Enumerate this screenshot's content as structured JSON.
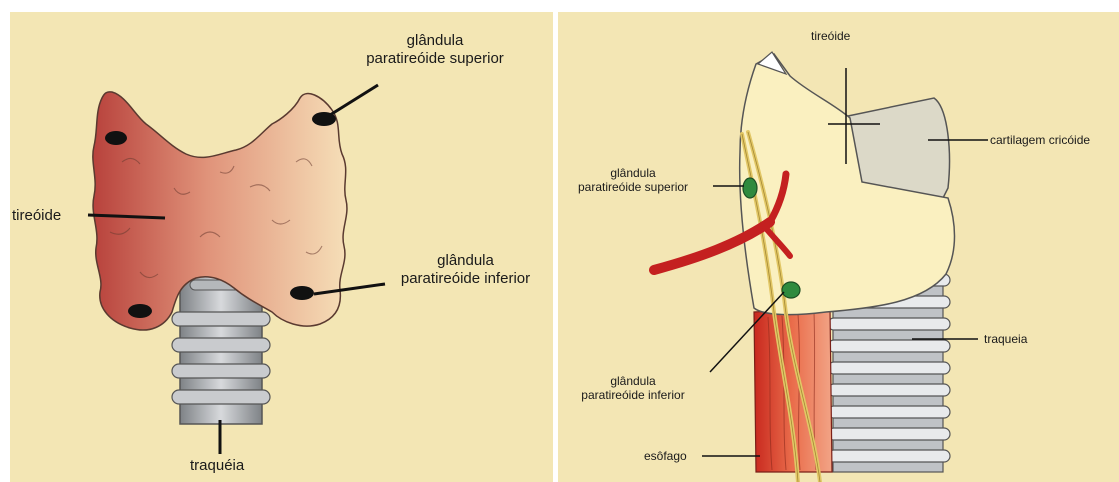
{
  "left_diagram": {
    "labels": {
      "thyroid": "tireóide",
      "superior_parathyroid_line1": "glândula",
      "superior_parathyroid_line2": "paratireóide superior",
      "inferior_parathyroid_line1": "glândula",
      "inferior_parathyroid_line2": "paratireóide inferior",
      "trachea": "traquéia"
    }
  },
  "right_diagram": {
    "labels": {
      "thyroid": "tireóide",
      "cricoid_cartilage": "cartilagem cricóide",
      "superior_parathyroid_line1": "glândula",
      "superior_parathyroid_line2": "paratireóide superior",
      "inferior_parathyroid_line1": "glândula",
      "inferior_parathyroid_line2": "paratireóide inferior",
      "trachea": "traqueia",
      "esophagus": "esôfago"
    }
  },
  "colors": {
    "background": "#f3e6b4",
    "thyroid_dark": "#b8423c",
    "thyroid_light": "#f6dfb8",
    "artery": "#c42020",
    "parathyroid_right": "#2f8a3e",
    "nerve": "#e2c766",
    "trachea_ring": "#a8acb0"
  }
}
